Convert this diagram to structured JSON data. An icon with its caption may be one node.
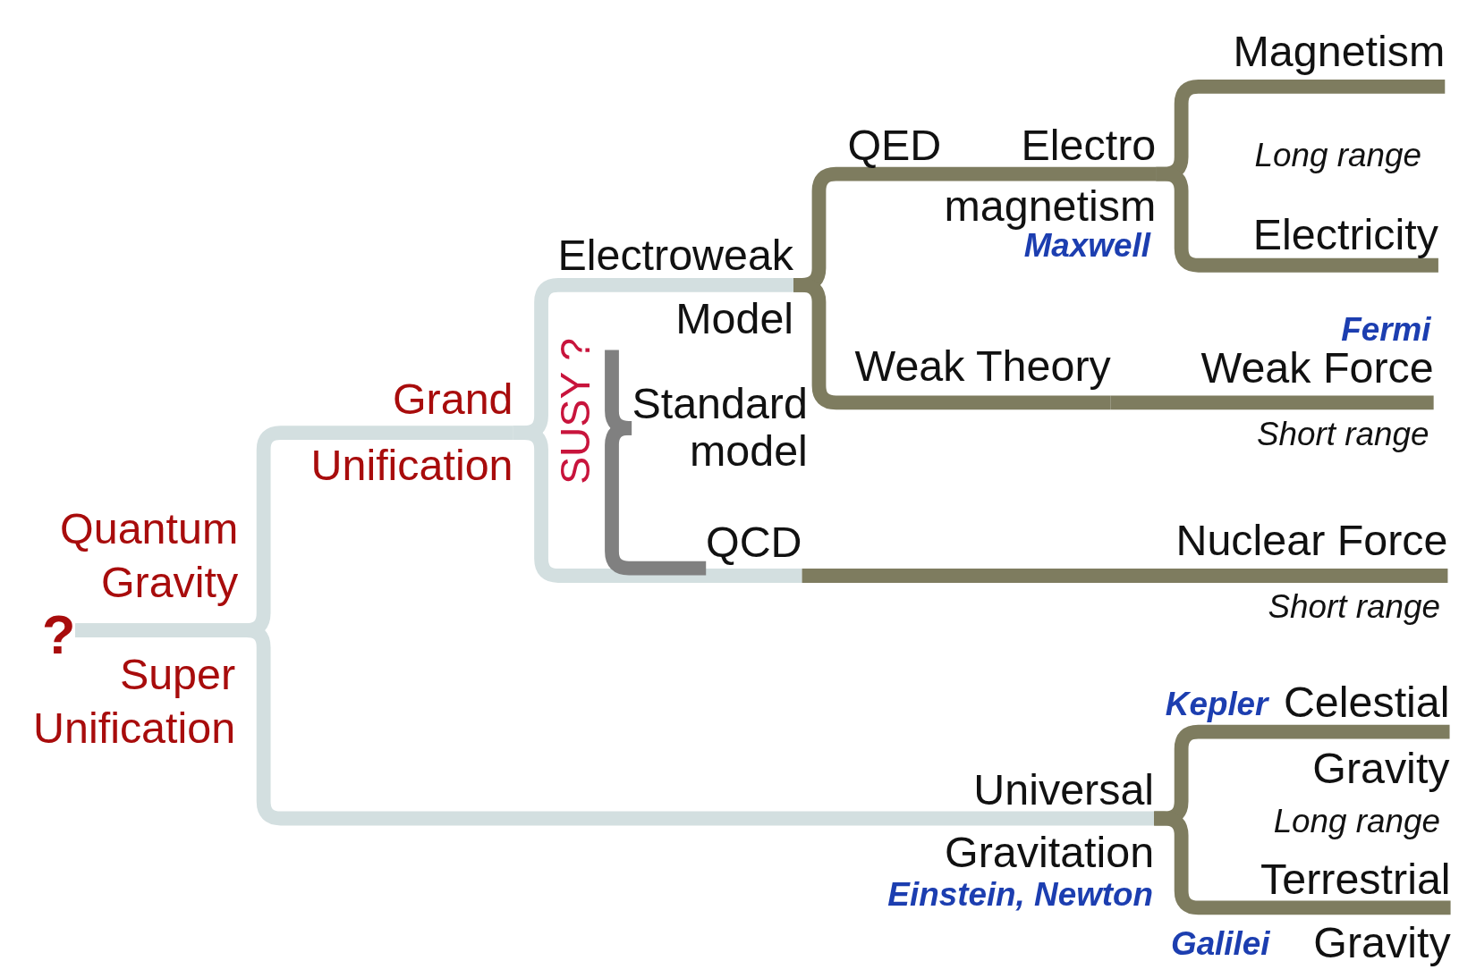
{
  "diagram": {
    "nodes": [
      {
        "text": [
          "?"
        ]
      },
      {
        "text": [
          "Grand Unification"
        ]
      },
      {
        "text": [
          "Universal Gravitation"
        ],
        "beside": [
          "Einstein, Newton"
        ]
      },
      {
        "text": [
          "Electroweak Model"
        ]
      },
      {
        "text": [
          "Standard model"
        ]
      },
      {
        "text": [
          "QCD"
        ]
      },
      {
        "text": [
          "Nuclear Force"
        ],
        "beside": [
          "Short range"
        ]
      },
      {
        "text": [
          "Electro magnetism"
        ],
        "beside": [
          "Maxwell"
        ]
      },
      {
        "text": [
          "Weak Theory"
        ]
      },
      {
        "text": [
          "Weak Force"
        ],
        "beside": [
          "Fermi",
          "Short range"
        ]
      },
      {
        "text": [
          "Magnetism"
        ]
      },
      {
        "text": [
          "Electricity"
        ]
      },
      {
        "text": [
          "Celestial Gravity"
        ],
        "beside": [
          "Kepler"
        ]
      },
      {
        "text": [
          "Terrestrial Gravity"
        ],
        "beside": [
          "Galilei"
        ]
      }
    ],
    "edges": [
      {
        "from": 0,
        "to": 1,
        "arrow": "none",
        "color": "#d3dfe0"
      },
      {
        "from": 0,
        "to": 2,
        "arrow": "none",
        "color": "#d3dfe0"
      },
      {
        "from": 1,
        "to": 3,
        "arrow": "none",
        "color": "#d3dfe0"
      },
      {
        "from": 1,
        "to": 5,
        "arrow": "none",
        "color": "#d3dfe0"
      },
      {
        "from": 4,
        "to": 3,
        "arrow": "none",
        "color": "#808080"
      },
      {
        "from": 4,
        "to": 5,
        "arrow": "none",
        "color": "#808080"
      },
      {
        "from": 3,
        "to": 7,
        "arrow": "none"
      },
      {
        "from": 3,
        "to": 8,
        "arrow": "none"
      },
      {
        "from": 5,
        "to": 6,
        "arrow": "none"
      },
      {
        "from": 7,
        "to": 10,
        "arrow": "none"
      },
      {
        "from": 7,
        "to": 11,
        "arrow": "none"
      },
      {
        "from": 8,
        "to": 9,
        "arrow": "none"
      },
      {
        "from": 2,
        "to": 12,
        "arrow": "none"
      },
      {
        "from": 2,
        "to": 13,
        "arrow": "none"
      }
    ],
    "labels": [
      "QED",
      "Long range",
      "SUSY ?",
      "Quantum Gravity",
      "Super Unification",
      "Long range"
    ]
  }
}
